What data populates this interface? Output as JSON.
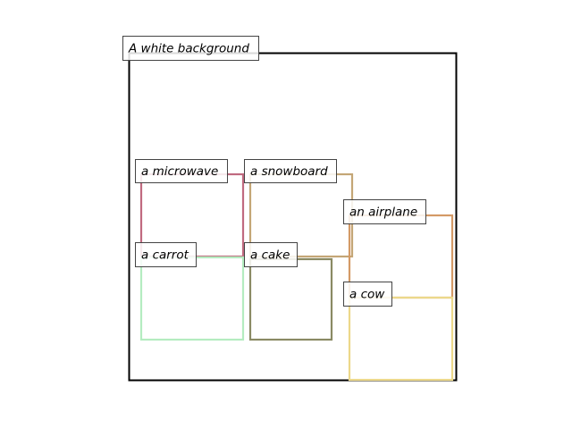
{
  "background": {
    "label": "A white background",
    "color": "#000000"
  },
  "boxes": [
    {
      "id": "microwave",
      "label": "a microwave",
      "color": "#c06a80"
    },
    {
      "id": "snowboard",
      "label": "a snowboard",
      "color": "#c4a676"
    },
    {
      "id": "airplane",
      "label": "an airplane",
      "color": "#d49a66"
    },
    {
      "id": "carrot",
      "label": "a carrot",
      "color": "#b4ecc0"
    },
    {
      "id": "cake",
      "label": "a cake",
      "color": "#8a8a64"
    },
    {
      "id": "cow",
      "label": "a cow",
      "color": "#ecd88a"
    }
  ]
}
